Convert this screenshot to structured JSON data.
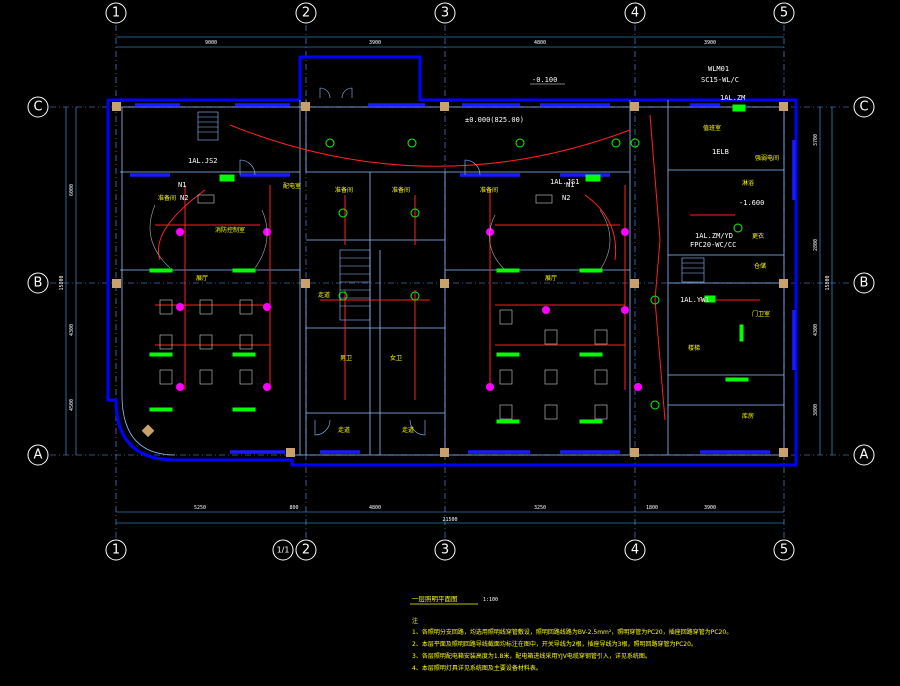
{
  "drawing": {
    "axes_top": [
      "1",
      "2",
      "3",
      "4",
      "5"
    ],
    "axes_bottom": [
      "1",
      "1/1",
      "2",
      "3",
      "4",
      "5"
    ],
    "axes_side": [
      "C",
      "B",
      "A"
    ],
    "dims_top": [
      "9000",
      "3900",
      "4800",
      "3900"
    ],
    "dims_bottom": [
      "5250",
      "800",
      "4800",
      "3250",
      "1800",
      "3900"
    ],
    "dim_total": "21500",
    "dims_left": [
      "6000",
      "4300",
      "4500"
    ],
    "dims_right": [
      "3700",
      "2800",
      "4300",
      "3800"
    ],
    "dim_overall_side": "15800",
    "labels": {
      "level_top": "-0.100",
      "floor_mark": "±0.000(825.00)",
      "riser_top": "WLM01",
      "riser_cable": "SC15-WL/C",
      "panel_zm": "1AL.ZM",
      "panel_js2": "1AL.JS2",
      "panel_js1": "1AL.JS1",
      "panel_zmyd": "1AL.ZM/YD",
      "cable_fpc": "FPC20-WC/CC",
      "panel_yw1": "1AL.YW1",
      "wl1": "N1",
      "wl2": "N2",
      "elb": "1ELB",
      "level_pit": "-1.600"
    },
    "rooms": [
      "准备间",
      "准备间",
      "准备间",
      "准备间",
      "男卫",
      "女卫",
      "走道",
      "走道",
      "走道",
      "消防控制室",
      "配电室",
      "值班室",
      "更衣",
      "淋浴",
      "库房",
      "仓储",
      "楼梯",
      "强弱电间",
      "门卫室",
      "展厅",
      "展厅"
    ],
    "title": "一层照明平面图",
    "scale": "1:100",
    "notes_heading": "注",
    "notes": [
      "1、各照明分支回路，均选用照明线穿管敷设，照明回路线路为BV-2.5mm²，照明穿管为PC20，插座回路穿管为PC20。",
      "2、本层平面及照明回路导线截面均标注在图中，开关导线为2根，插座导线为3根，照明回路穿管为PC20。",
      "3、各层照明配电箱安装高度为1.8米，配电箱进线采用YJV电缆穿钢管引入，详见系统图。",
      "4、本层照明灯具详见系统图及主要设备材料表。"
    ]
  },
  "colors": {
    "axis": "#ffffff",
    "grid": "#5aa0ff",
    "wall": "#0000ff",
    "wall_line": "#8fbfff",
    "column": "#c9a26b",
    "dim": "#3fb6ff",
    "wiring": "#ff2020",
    "fixture_green": "#00ff00",
    "fixture_magenta": "#ff00ff",
    "text_yellow": "#ffff00",
    "cyan": "#00ffff"
  }
}
